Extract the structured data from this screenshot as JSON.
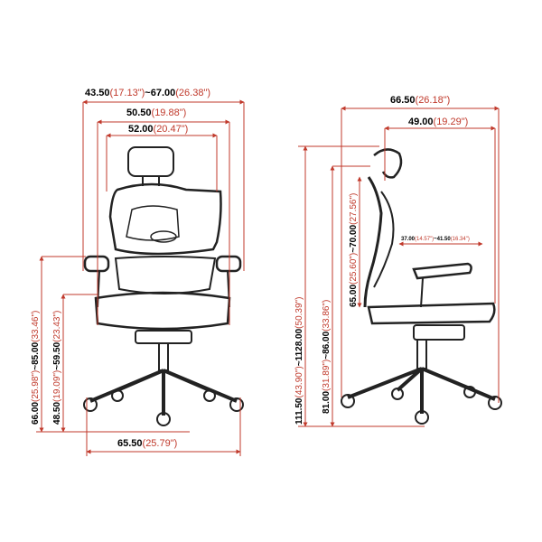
{
  "front_view": {
    "overall_width": {
      "main": "43.50",
      "alt": "(17.13\")",
      "sep": "~",
      "main2": "67.00",
      "alt2": "(26.38\")"
    },
    "back_width": {
      "main": "50.50",
      "alt": "(19.88\")"
    },
    "seat_width": {
      "main": "52.00",
      "alt": "(20.47\")"
    },
    "base_width": {
      "main": "65.50",
      "alt": "(25.79\")"
    },
    "armrest_height": {
      "main": "66.00",
      "alt": "(25.98\")",
      "sep": "~",
      "main2": "85.00",
      "alt2": "(33.46\")"
    },
    "seat_height": {
      "main": "48.50",
      "alt": "(19.09\")",
      "sep": "~",
      "main2": "59.50",
      "alt2": "(23.43\")"
    }
  },
  "side_view": {
    "overall_depth": {
      "main": "66.50",
      "alt": "(26.18\")"
    },
    "seat_depth": {
      "main": "49.00",
      "alt": "(19.29\")"
    },
    "seat_depth_adjust": {
      "main": "37.00",
      "alt": "(14.57\")",
      "sep": "~",
      "main2": "41.50",
      "alt2": "(16.34\")"
    },
    "overall_height": {
      "main": "111.50",
      "alt": "(43.90\")",
      "sep": "~",
      "main2": "1128.00",
      "alt2": "(50.39\")"
    },
    "back_height": {
      "main": "81.00",
      "alt": "(31.89\")",
      "sep": "~",
      "main2": "86.00",
      "alt2": "(33.86\")"
    },
    "backrest_height": {
      "main": "65.00",
      "alt": "(25.60\")",
      "sep": "~",
      "main2": "70.00",
      "alt2": "(27.56\")"
    }
  },
  "colors": {
    "dimension_line": "#c0392b",
    "text": "#000000",
    "outline": "#222222"
  }
}
